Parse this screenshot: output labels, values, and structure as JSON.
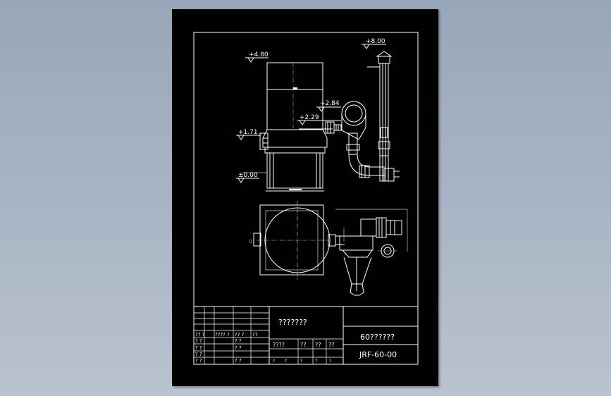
{
  "elevations": {
    "top": "+4.80",
    "stack": "+8.00",
    "fan_top": "+2.84",
    "fan_inlet": "+2.29",
    "side_inlet": "+1.71",
    "ground": "±0.00"
  },
  "title_block": {
    "drawing_name": "???????",
    "product_name": "60??????",
    "drawing_number": "JRF-60-00",
    "row_labels": [
      "?? ?",
      "???? ?",
      "?? ?",
      "??",
      "? ?",
      "? ?",
      "? ?",
      "? ?"
    ],
    "mid_labels": [
      "????",
      "??",
      "??",
      "??"
    ],
    "bottom_marks": [
      "?",
      "?",
      "?",
      "?",
      "?"
    ]
  },
  "colors": {
    "background": "#97a6b8",
    "sheet": "#000000",
    "lines": "#ffffff"
  }
}
